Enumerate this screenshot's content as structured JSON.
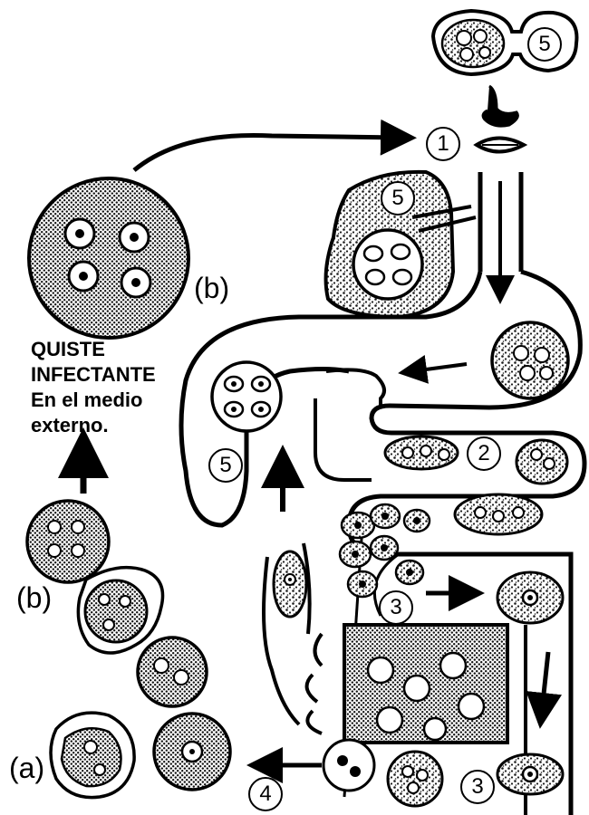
{
  "caption": {
    "line1": "QUISTE",
    "line2": "INFECTANTE",
    "line3": "En el medio",
    "line4": "externo."
  },
  "letters": {
    "b_top": "(b)",
    "b_left": "(b)",
    "a": "(a)"
  },
  "steps": {
    "s1": "1",
    "s2": "2",
    "s3a": "3",
    "s3b": "3",
    "s4": "4",
    "s5_top": "5",
    "s5_lung": "5",
    "s5_liver": "5"
  },
  "colors": {
    "ink": "#000000",
    "paper": "#ffffff",
    "stipple": "#1a1a1a"
  }
}
